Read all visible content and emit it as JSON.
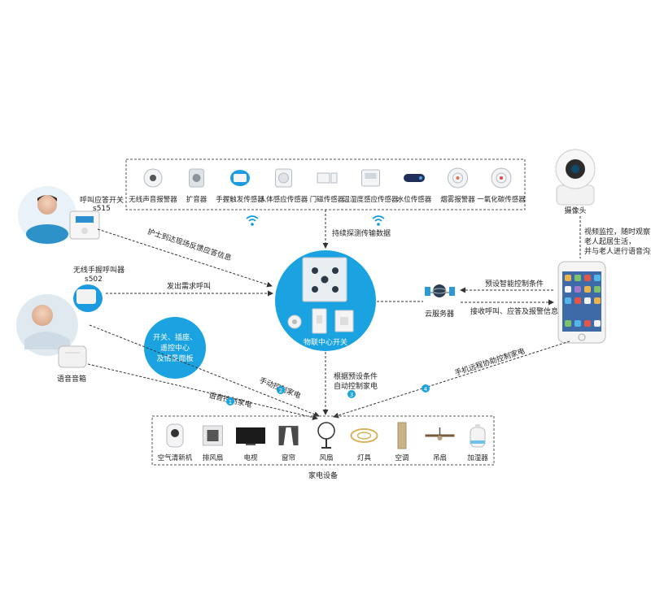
{
  "sensors": [
    {
      "label": "无线声音报警器",
      "icon": "sound-alarm-icon"
    },
    {
      "label": "扩音器",
      "icon": "speaker-icon"
    },
    {
      "label": "手握触发传感器",
      "icon": "hand-trigger-icon"
    },
    {
      "label": "人体感应传感器",
      "icon": "motion-sensor-icon"
    },
    {
      "label": "门磁传感器",
      "icon": "door-sensor-icon"
    },
    {
      "label": "温湿度感应传感器",
      "icon": "thermo-hygro-icon"
    },
    {
      "label": "水位传感器",
      "icon": "water-sensor-icon"
    },
    {
      "label": "烟雾报警器",
      "icon": "smoke-alarm-icon"
    },
    {
      "label": "一氧化碳传感器",
      "icon": "co-sensor-icon"
    }
  ],
  "appliances": [
    {
      "label": "空气清新机",
      "icon": "air-purifier-icon"
    },
    {
      "label": "排风扇",
      "icon": "exhaust-fan-icon"
    },
    {
      "label": "电视",
      "icon": "tv-icon"
    },
    {
      "label": "窗帘",
      "icon": "curtain-icon"
    },
    {
      "label": "风扇",
      "icon": "fan-icon"
    },
    {
      "label": "灯具",
      "icon": "lamp-icon"
    },
    {
      "label": "空调",
      "icon": "air-conditioner-icon"
    },
    {
      "label": "吊扇",
      "icon": "ceiling-fan-icon"
    },
    {
      "label": "加湿器",
      "icon": "humidifier-icon"
    }
  ],
  "appliances_title": "家电设备",
  "hub": {
    "label": "物联中心开关"
  },
  "cloud": {
    "label": "云服务器"
  },
  "camera": {
    "label": "摄像头"
  },
  "nurse_switch": {
    "label": "呼叫应答开关",
    "model": "s515"
  },
  "handheld": {
    "label": "无线手握呼叫器",
    "model": "s502"
  },
  "voice_speaker": {
    "label": "语音音箱"
  },
  "panel": {
    "lines": [
      "开关、插座、",
      "遥控中心",
      "及情景面板"
    ]
  },
  "camera_note": {
    "lines": [
      "视频监控，随时观察",
      "老人起居生活，",
      "并与老人进行语音沟通"
    ]
  },
  "edges": {
    "nurse_to_hub": "护士到达现场反馈应答信息",
    "handheld_to_hub": "发出需求呼叫",
    "sensors_to_hub": "持续探测传输数据",
    "phone_to_cloud": "预设智能控制条件",
    "cloud_to_phone": "接收呼叫、应答及报警信息",
    "panel_to_appl": "手动控制家电",
    "panel_num": "2",
    "voice_to_appl": "语音控制家电",
    "voice_num": "1",
    "hub_to_appl_1": "根据预设条件",
    "hub_to_appl_2": "自动控制家电",
    "hub_num": "3",
    "phone_to_appl": "手机远程协助控制家电",
    "phone_num": "4"
  }
}
